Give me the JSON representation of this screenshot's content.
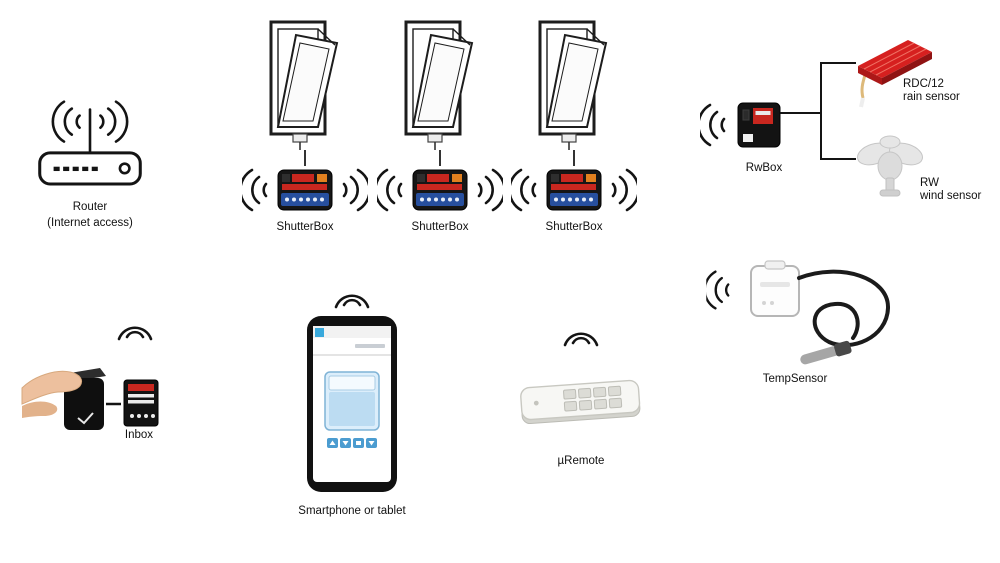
{
  "router": {
    "label": "Router",
    "sublabel": "(Internet access)"
  },
  "shutterboxes": [
    {
      "label": "ShutterBox"
    },
    {
      "label": "ShutterBox"
    },
    {
      "label": "ShutterBox"
    }
  ],
  "rwbox": {
    "label": "RwBox"
  },
  "rain_sensor": {
    "model": "RDC/12",
    "type": "rain sensor"
  },
  "wind_sensor": {
    "model": "RW",
    "type": "wind sensor"
  },
  "temp_sensor": {
    "label": "TempSensor"
  },
  "inbox": {
    "label": "Inbox"
  },
  "smartphone": {
    "label": "Smartphone or tablet"
  },
  "uremote": {
    "label": "µRemote"
  },
  "colors": {
    "line": "#141414",
    "device_black": "#131313",
    "accent_red": "#c8271f",
    "terminal_blue": "#274f9e",
    "rain_sensor_red": "#d6201f",
    "app_blue": "#4b9cd0",
    "skin": "#edc09e"
  }
}
